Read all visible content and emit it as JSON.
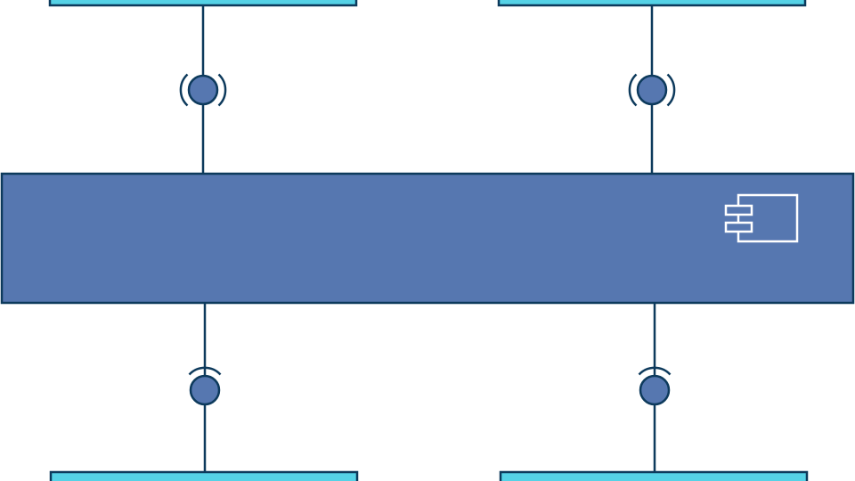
{
  "diagram": {
    "type": "uml-component-diagram",
    "colors": {
      "background": "#ffffff",
      "stroke": "#0d3a5c",
      "main_component_fill": "#5677b0",
      "external_box_fill": "#55d2e6",
      "interface_ball_fill": "#5677b0",
      "component_icon_stroke": "#ffffff"
    },
    "main_component": {
      "label": "",
      "icon": "component-icon"
    },
    "external_boxes": [
      {
        "id": "top-left",
        "label": ""
      },
      {
        "id": "top-right",
        "label": ""
      },
      {
        "id": "bottom-left",
        "label": ""
      },
      {
        "id": "bottom-right",
        "label": ""
      }
    ],
    "connectors": [
      {
        "from": "top-left",
        "to": "main",
        "notation": "ball-and-socket"
      },
      {
        "from": "top-right",
        "to": "main",
        "notation": "ball-and-socket"
      },
      {
        "from": "main",
        "to": "bottom-left",
        "notation": "ball-and-socket"
      },
      {
        "from": "main",
        "to": "bottom-right",
        "notation": "ball-and-socket"
      }
    ]
  }
}
